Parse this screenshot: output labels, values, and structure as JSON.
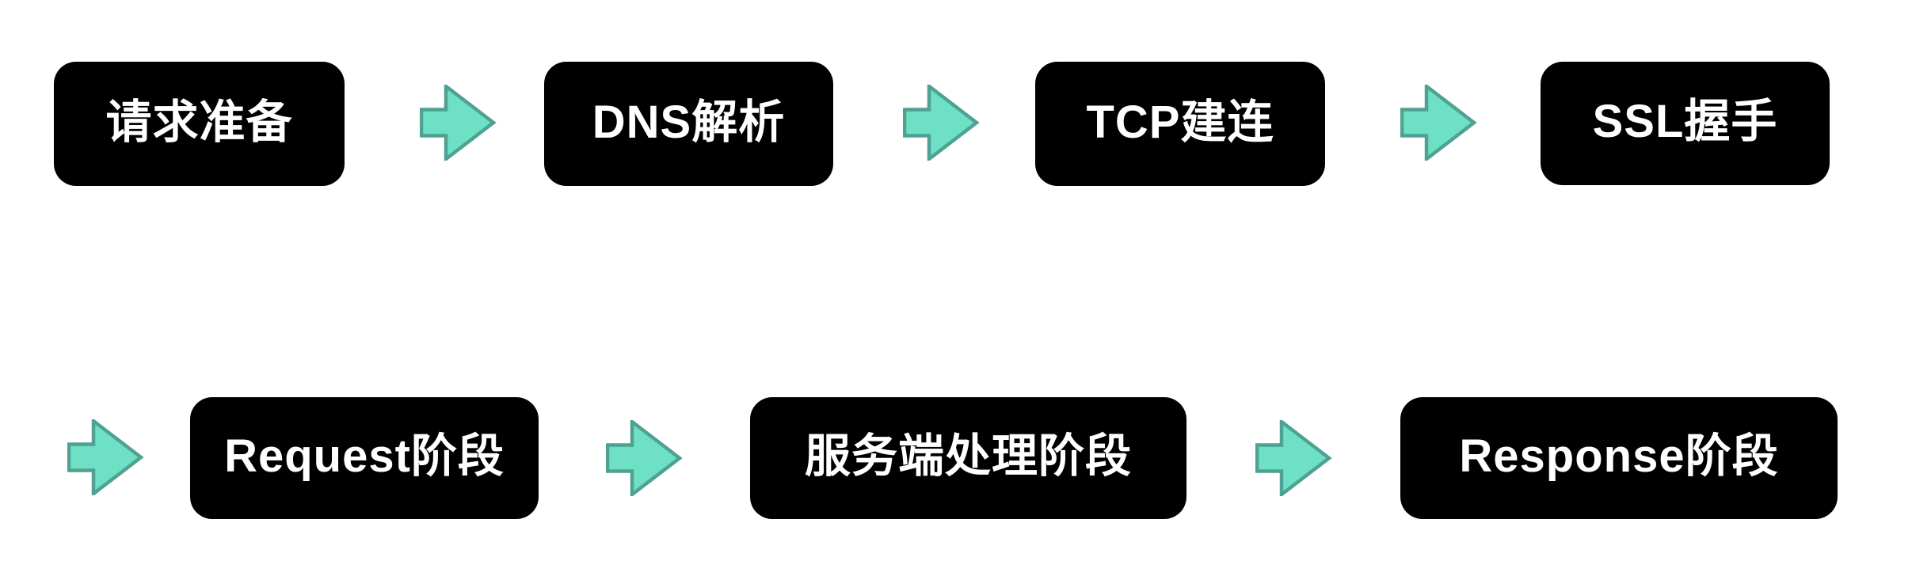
{
  "diagram": {
    "rows": [
      {
        "steps": [
          {
            "label": "请求准备"
          },
          {
            "label": "DNS解析"
          },
          {
            "label": "TCP建连"
          },
          {
            "label": "SSL握手"
          }
        ]
      },
      {
        "steps": [
          {
            "label": "Request阶段"
          },
          {
            "label": "服务端处理阶段"
          },
          {
            "label": "Response阶段"
          }
        ]
      }
    ],
    "colors": {
      "node_bg": "#000000",
      "node_text": "#ffffff",
      "arrow_fill": "#6ee0c3",
      "arrow_stroke": "#4fa193",
      "background": "#ffffff"
    }
  }
}
